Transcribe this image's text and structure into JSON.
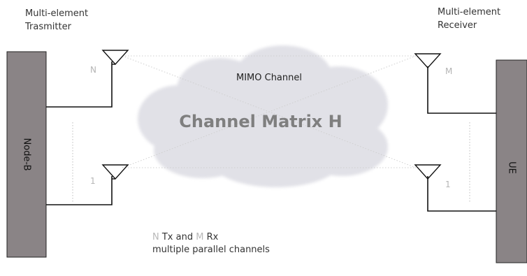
{
  "transmitter": {
    "title": "Multi-element\nTrasmitter",
    "device_label": "Node-B",
    "antenna_top_index": "N",
    "antenna_bottom_index": "1"
  },
  "receiver": {
    "title": "Multi-element\nReceiver",
    "device_label": "UE",
    "antenna_top_index": "M",
    "antenna_bottom_index": "1"
  },
  "channel": {
    "title": "MIMO Channel",
    "matrix_label": "Channel Matrix H"
  },
  "note": {
    "n": "N",
    "tx_and": " Tx and ",
    "m": "M",
    "rx": " Rx",
    "line2": "multiple parallel channels"
  },
  "colors": {
    "device_fill": "#8a8486",
    "cloud": "#d9d9e0",
    "index_text": "#b5b5b5",
    "matrix_text": "#7f7f7f"
  }
}
